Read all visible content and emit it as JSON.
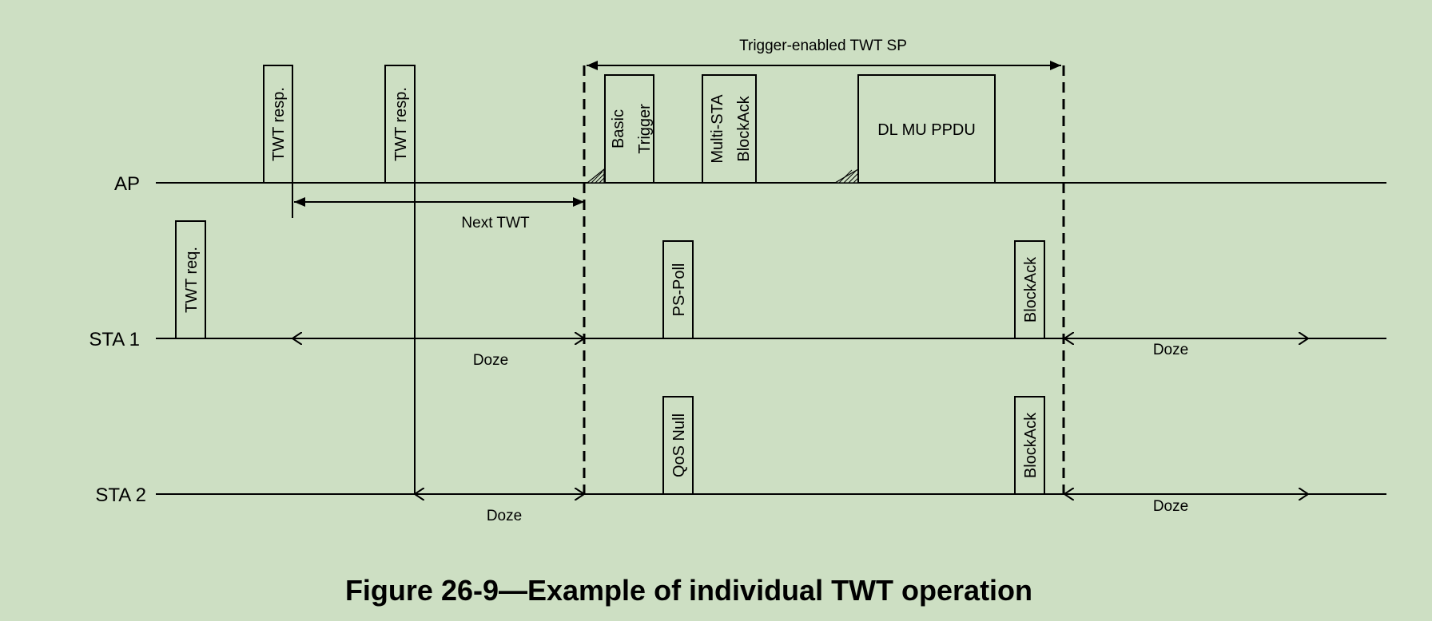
{
  "timelines": [
    "AP",
    "STA 1",
    "STA 2"
  ],
  "frames": {
    "ap_twt_resp_1": "TWT resp.",
    "ap_twt_resp_2": "TWT resp.",
    "ap_basic_trigger": [
      "Basic",
      "Trigger"
    ],
    "ap_multi_sta_blockack": [
      "Multi-STA",
      "BlockAck"
    ],
    "ap_dl_mu_ppdu": "DL MU PPDU",
    "sta1_twt_req": "TWT req.",
    "sta1_ps_poll": "PS-Poll",
    "sta1_blockack": "BlockAck",
    "sta2_qos_null": "QoS Null",
    "sta2_blockack": "BlockAck"
  },
  "annotations": {
    "trigger_sp": "Trigger-enabled TWT SP",
    "next_twt": "Next TWT",
    "sta1_doze_1": "Doze",
    "sta1_doze_2": "Doze",
    "sta2_doze_1": "Doze",
    "sta2_doze_2": "Doze"
  },
  "caption": "Figure 26-9—Example of individual TWT operation"
}
